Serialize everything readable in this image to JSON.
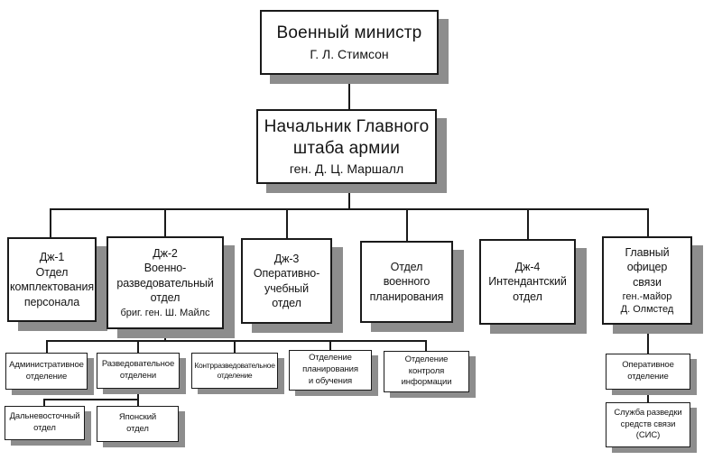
{
  "palette": {
    "box_bg": "#ffffff",
    "border": "#1a1a1a",
    "shadow": "#8d8d8d",
    "connector": "#1a1a1a",
    "page_bg": "#ffffff"
  },
  "nodes": {
    "minister": {
      "title": [
        "Военный министр"
      ],
      "subtitle": [
        "Г. Л. Стимсон"
      ]
    },
    "chief": {
      "title": [
        "Начальник Главного",
        "штаба армии"
      ],
      "subtitle": [
        "ген. Д. Ц. Маршалл"
      ]
    },
    "g1": {
      "title": [
        "Дж-1",
        "Отдел",
        "комплектования",
        "персонала"
      ]
    },
    "g2": {
      "title": [
        "Дж-2",
        "Военно-",
        "разведовательный",
        "отдел"
      ],
      "subtitle": [
        "бриг. ген. Ш. Майлс"
      ]
    },
    "g3": {
      "title": [
        "Дж-3",
        "Оперативно-",
        "учебный",
        "отдел"
      ]
    },
    "wpd": {
      "title": [
        "Отдел",
        "военного",
        "планирования"
      ]
    },
    "g4": {
      "title": [
        "Дж-4",
        "Интендантский",
        "отдел"
      ]
    },
    "cso": {
      "title": [
        "Главный",
        "офицер",
        "связи"
      ],
      "subtitle": [
        "ген.-майор",
        "Д. Олмстед"
      ]
    },
    "admin": {
      "title": [
        "Административное",
        "отделение"
      ]
    },
    "razv": {
      "title": [
        "Разведовательное",
        "отделени"
      ]
    },
    "kontr": {
      "title": [
        "Контрразведовательное",
        "отделение"
      ]
    },
    "plan": {
      "title": [
        "Отделение",
        "планирования",
        "и обучения"
      ]
    },
    "info": {
      "title": [
        "Отделение",
        "контроля",
        "информации"
      ]
    },
    "oper": {
      "title": [
        "Оперативное",
        "отделение"
      ]
    },
    "sis": {
      "title": [
        "Служба разведки",
        "средств связи",
        "(СИС)"
      ]
    },
    "fareast": {
      "title": [
        "Дальневосточный",
        "отдел"
      ]
    },
    "japan": {
      "title": [
        "Японский",
        "отдел"
      ]
    }
  }
}
